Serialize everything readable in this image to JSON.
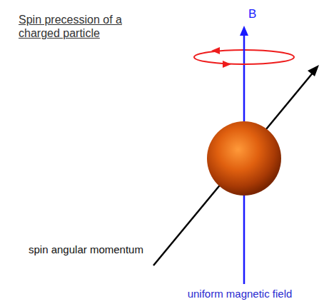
{
  "diagram": {
    "title": "Spin precession of a charged particle",
    "labels": [
      "B",
      "spin angular momentum",
      "uniform magnetic field"
    ]
  }
}
